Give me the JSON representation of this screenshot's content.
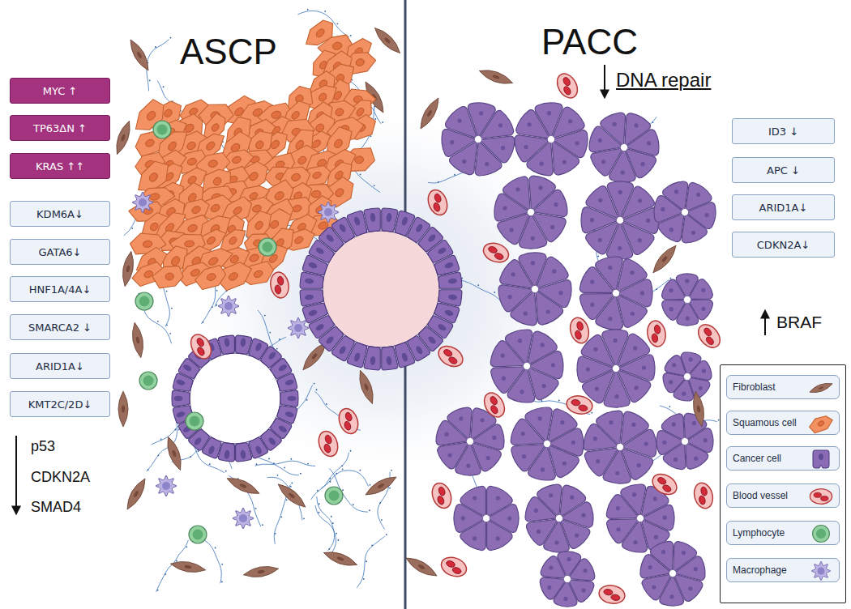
{
  "diagram": {
    "nodes": [
      {
        "text": [
          "MYC ↑"
        ]
      },
      {
        "text": [
          "TP63ΔN ↑"
        ]
      },
      {
        "text": [
          "KRAS ↑↑"
        ]
      },
      {
        "text": [
          "KDM6A↓"
        ]
      },
      {
        "text": [
          "GATA6↓"
        ]
      },
      {
        "text": [
          "HNF1A/4A↓"
        ]
      },
      {
        "text": [
          "SMARCA2 ↓"
        ]
      },
      {
        "text": [
          "ARID1A↓"
        ]
      },
      {
        "text": [
          "KMT2C/2D↓"
        ]
      },
      {
        "text": [
          "ID3 ↓"
        ]
      },
      {
        "text": [
          "APC ↓"
        ]
      },
      {
        "text": [
          "ARID1A↓"
        ]
      },
      {
        "text": [
          "CDKN2A↓"
        ]
      }
    ],
    "labels": [
      "ASCP",
      "PACC",
      "DNA repair",
      "p53",
      "CDKN2A",
      "SMAD4",
      "BRAF"
    ],
    "legend": [
      {
        "text": "Fibroblast"
      },
      {
        "text": "Squamous cell"
      },
      {
        "text": "Cancer cell"
      },
      {
        "text": "Blood vessel"
      },
      {
        "text": "Lymphocyte"
      },
      {
        "text": "Macrophage"
      }
    ]
  }
}
